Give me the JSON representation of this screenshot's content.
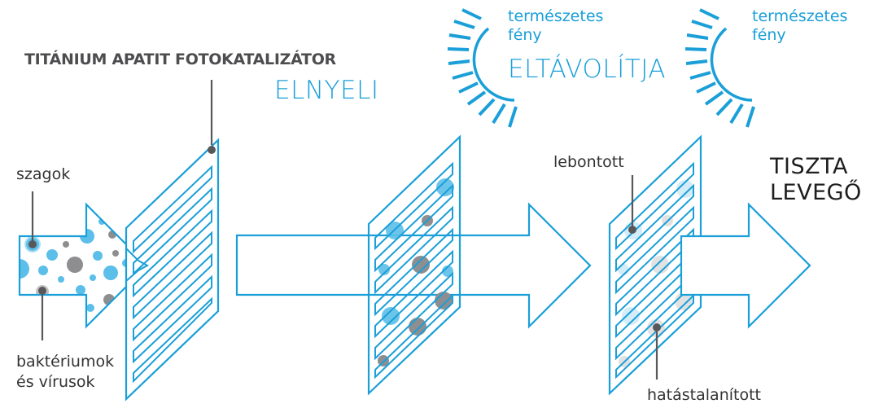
{
  "labels": {
    "title": "TITÁNIUM APATIT FOTOKATALIZÁTOR",
    "absorbs": "ELNYELI",
    "light_1": "természetes\nfény",
    "light_1_line1": "természetes",
    "light_1_line2": "fény",
    "removes": "ELTÁVOLÍTJA",
    "light_2_line1": "természetes",
    "light_2_line2": "fény",
    "odors": "szagok",
    "bacteria_line1": "baktériumok",
    "bacteria_line2": "és vírusok",
    "decomposed": "lebontott",
    "neutralized": "hatástalanított",
    "clean_air_line1": "TISZTA",
    "clean_air_line2": "LEVEGŐ"
  },
  "colors": {
    "accent_blue": "#1a9fd8",
    "particle_blue": "#5bbfe9",
    "particle_gray": "#8e8e90",
    "faded_blue": "#d4ecf8",
    "faded_gray": "#e2e2e3",
    "leader_line": "#58585a",
    "title_gray": "#4d4d4f"
  },
  "stages": [
    {
      "name": "intake",
      "labels": [
        "szagok",
        "baktériumok és vírusok"
      ]
    },
    {
      "name": "filter-absorbs",
      "labels": [
        "ELNYELI"
      ]
    },
    {
      "name": "light-removes",
      "labels": [
        "természetes fény",
        "ELTÁVOLÍTJA"
      ]
    },
    {
      "name": "output",
      "labels": [
        "lebontott",
        "hatástalanított",
        "TISZTA LEVEGŐ"
      ]
    }
  ],
  "icons": [
    "sun-icon",
    "sun-icon",
    "arrow-icon",
    "arrow-icon",
    "arrow-icon",
    "filter-panel-icon",
    "filter-panel-icon",
    "filter-panel-icon"
  ]
}
